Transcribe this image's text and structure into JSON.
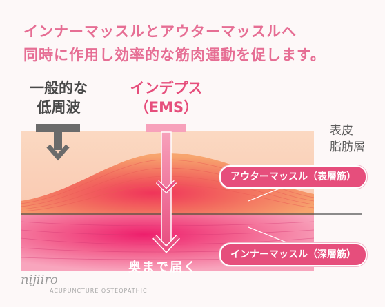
{
  "headline": {
    "line1": "インナーマッスルとアウターマッスルへ",
    "line2": "同時に作用し効率的な筋肉運動を促します。"
  },
  "left_label": {
    "line1": "一般的な",
    "line2": "低周波"
  },
  "right_label": {
    "line1": "インデプス",
    "line2": "（EMS）"
  },
  "layers": {
    "surface": {
      "line1": "表皮",
      "line2": "脂肪層"
    },
    "outer": "アウターマッスル（表層筋）",
    "inner": "インナーマッスル（深層筋）"
  },
  "bottom_text": "奥まで届く",
  "logo": {
    "name": "nijiiro",
    "sub": "ACUPUNCTURE OSTEOPATHIC"
  },
  "colors": {
    "accent_pink": "#e64e7c",
    "headline_pink": "#e66e94",
    "gray": "#5a5a5a"
  }
}
